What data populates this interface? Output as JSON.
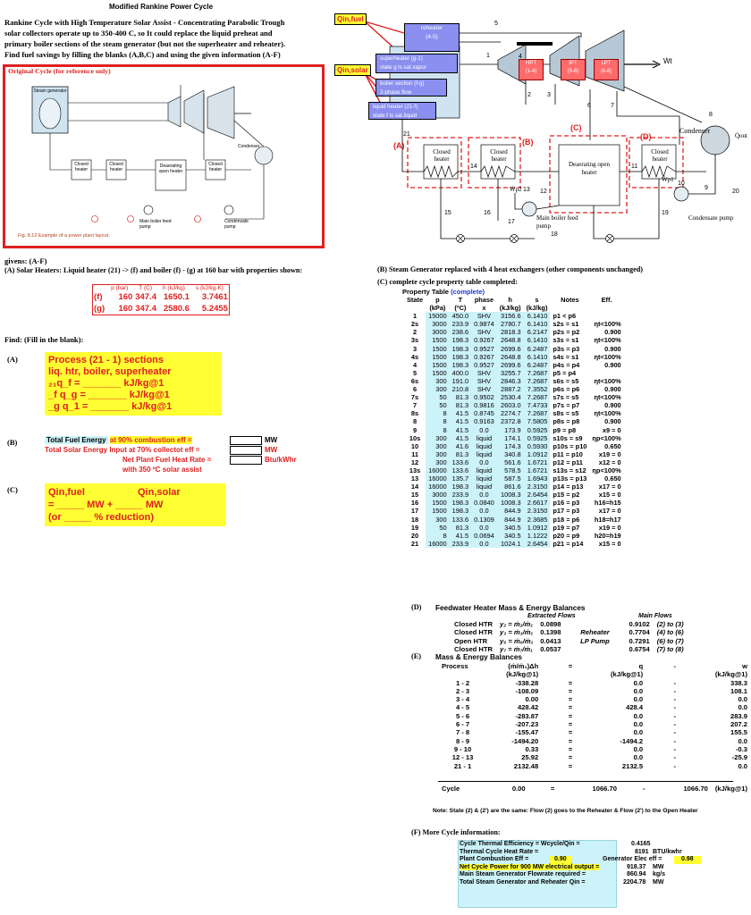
{
  "title": "Modified Rankine Power Cycle",
  "intro": {
    "line1": "Rankine Cycle with High Temperature Solar Assist - Concentrating Parabolic Trough",
    "line2": "solar collectors operate up to 350-400 C, so It could replace the liquid preheat and",
    "line3": "primary boiler sections of the steam generator (but not the superheater and reheater).",
    "line4": "Find fuel savings by filling the blanks (A,B,C) and using the given information (A-F)"
  },
  "original": {
    "label": "Original Cycle (for reference only)",
    "caption": "Fig. 8.12  Example of a power plant layout.",
    "steam_gen": "Steam generator",
    "condenser": "Condenser",
    "closed_heater": "Closed heater",
    "open_heater": "Deaerating open heater",
    "main_pump": "Main boiler feed pump",
    "cond_pump": "Condensate pump"
  },
  "diagram": {
    "qin_fuel": "Qin,fuel",
    "qin_solar": "Qin,solar",
    "reheater": "reheater",
    "reheater_states": "(4-5)",
    "superheater": "superheater  (g-1)",
    "superheater_note": "state g is sat.vapor",
    "boiler_section": "boiler section  (f-g)",
    "boiler_note": "2-phase flow",
    "liquid_heater": "liquid heater  (21-f)",
    "liquid_note": "state f is sat.liquid",
    "hpt": "HPT",
    "hpt_s": "(1-4)",
    "ipt": "IPT",
    "ipt_s": "(5-6)",
    "lpt": "LPT",
    "lpt_s": "(6-8)",
    "wt": "Ẇt",
    "condenser": "Condenser",
    "qout": "Q̇out",
    "closed_heater": "Closed heater",
    "open_heater": "Deaerating open heater",
    "main_pump": "Main boiler feed pump",
    "cond_pump": "Condensate pump",
    "label_a": "(A)",
    "label_b": "(B)",
    "label_c": "(C)",
    "label_d": "(D)",
    "wp2": "Ẇp2",
    "wp1": "Ẇp1"
  },
  "givens": {
    "heading": "givens: (A-F)",
    "a_text": "(A) Solar Heaters: Liquid heater (21) -> (f) and boiler (f) - (g) at 160 bar with properties shown:",
    "headers": [
      "p (bar)",
      "T (C)",
      "h (kJ/kg)",
      "s (kJ/kg-K)"
    ],
    "rows": [
      {
        "label": "(f)",
        "p": "160",
        "T": "347.4",
        "h": "1650.1",
        "s": "3.7461"
      },
      {
        "label": "(g)",
        "p": "160",
        "T": "347.4",
        "h": "2580.6",
        "s": "5.2455"
      }
    ]
  },
  "find": {
    "heading": "Find: (Fill in the blank):",
    "a_tag": "(A)",
    "a_line1": "Process (21 - 1) sections",
    "a_line2": "liq. htr, boiler, superheater",
    "a_line3": "₂₁q_f = _______ kJ/kg@1",
    "a_line4": "_f q_g = _______ kJ/kg@1",
    "a_line5": "_g q_1 = _______ kJ/kg@1",
    "b_tag": "(B)",
    "b_line1": "Total Fuel Energy",
    "b_line1b": "at 90% combustion eff =",
    "b_unit1": "MW",
    "b_line2": "Total Solar Energy Input at 70% collectot eff =",
    "b_unit2": "MW",
    "b_line3": "Net Plant Fuel Heat Rate =",
    "b_unit3": "Btu/kWhr",
    "b_line4": "with 350 ºC solar assist",
    "c_tag": "(C)",
    "c_qfuel": "Qin,fuel",
    "c_qsolar": "Qin,solar",
    "c_line2": "= _____ MW + _____ MW",
    "c_line3": "(or _____ % reduction)"
  },
  "right": {
    "b_text": "(B) Steam Generator replaced with 4 heat exchangers (other components unchanged)",
    "c_text": "(C) complete cycle property table completed:",
    "pt_title": "Property Table",
    "pt_complete": "(complete)",
    "pt_headers": [
      "State",
      "p",
      "T",
      "phase",
      "h",
      "s",
      "Notes",
      "Eff."
    ],
    "pt_units": [
      "",
      "(kPa)",
      "(ºC)",
      "x",
      "(kJ/kg)",
      "(kJ/kg)",
      "",
      ""
    ],
    "pt_rows": [
      [
        "1",
        "15000",
        "450.0",
        "SHV",
        "3156.6",
        "6.1410",
        "p1 < p6",
        ""
      ],
      [
        "2s",
        "3000",
        "233.9",
        "0.9874",
        "2780.7",
        "6.1410",
        "s2s = s1",
        "ηt<100%"
      ],
      [
        "2",
        "3000",
        "238.6",
        "SHV",
        "2818.3",
        "6.2147",
        "p2s = p2",
        "0.900"
      ],
      [
        "3s",
        "1500",
        "198.3",
        "0.9267",
        "2648.8",
        "6.1410",
        "s3s = s1",
        "ηt<100%"
      ],
      [
        "3",
        "1500",
        "198.3",
        "0.9527",
        "2699.6",
        "6.2487",
        "p3s = p3",
        "0.900"
      ],
      [
        "4s",
        "1500",
        "198.3",
        "0.9267",
        "2648.8",
        "6.1410",
        "s4s = s1",
        "ηt<100%"
      ],
      [
        "4",
        "1500",
        "198.3",
        "0.9527",
        "2699.6",
        "6.2487",
        "p4s = p4",
        "0.900"
      ],
      [
        "5",
        "1500",
        "400.0",
        "SHV",
        "3255.7",
        "7.2687",
        "p5 = p4",
        ""
      ],
      [
        "6s",
        "300",
        "191.0",
        "SHV",
        "2846.3",
        "7.2687",
        "s6s = s5",
        "ηt<100%"
      ],
      [
        "6",
        "300",
        "210.8",
        "SHV",
        "2887.2",
        "7.3552",
        "p6s = p6",
        "0.900"
      ],
      [
        "7s",
        "50",
        "81.3",
        "0.9502",
        "2530.4",
        "7.2687",
        "s7s = s5",
        "ηt<100%"
      ],
      [
        "7",
        "50",
        "81.3",
        "0.9816",
        "2603.0",
        "7.4733",
        "p7s = p7",
        "0.900"
      ],
      [
        "8s",
        "8",
        "41.5",
        "0.8745",
        "2274.7",
        "7.2687",
        "s8s = s5",
        "ηt<100%"
      ],
      [
        "8",
        "8",
        "41.5",
        "0.9163",
        "2372.8",
        "7.5805",
        "p8s = p8",
        "0.900"
      ],
      [
        "9",
        "8",
        "41.5",
        "0.0",
        "173.9",
        "0.5925",
        "p9 = p8",
        "x9 = 0"
      ],
      [
        "10s",
        "300",
        "41.5",
        "liquid",
        "174.1",
        "0.5925",
        "s10s = s9",
        "ηp<100%"
      ],
      [
        "10",
        "300",
        "41.6",
        "liquid",
        "174.3",
        "0.5930",
        "p10s = p10",
        "0.650"
      ],
      [
        "11",
        "300",
        "81.3",
        "liquid",
        "340.8",
        "1.0912",
        "p11 = p10",
        "x19 = 0"
      ],
      [
        "12",
        "300",
        "133.6",
        "0.0",
        "561.6",
        "1.6721",
        "p12 = p11",
        "x12 = 0"
      ],
      [
        "13s",
        "16000",
        "133.6",
        "liquid",
        "578.5",
        "1.6721",
        "s13s = s12",
        "ηp<100%"
      ],
      [
        "13",
        "16000",
        "135.7",
        "liquid",
        "587.5",
        "1.6943",
        "p13s = p13",
        "0.650"
      ],
      [
        "14",
        "16000",
        "198.3",
        "liquid",
        "861.6",
        "2.3150",
        "p14 = p13",
        "x17 = 0"
      ],
      [
        "15",
        "3000",
        "233.9",
        "0.0",
        "1008.3",
        "2.6454",
        "p15 = p2",
        "x15 = 0"
      ],
      [
        "16",
        "1500",
        "198.3",
        "0.0840",
        "1008.3",
        "2.6617",
        "p16 = p3",
        "h16=h15"
      ],
      [
        "17",
        "1500",
        "198.3",
        "0.0",
        "844.9",
        "2.3150",
        "p17 = p3",
        "x17 = 0"
      ],
      [
        "18",
        "300",
        "133.6",
        "0.1309",
        "844.9",
        "2.3685",
        "p18 = p6",
        "h18=h17"
      ],
      [
        "19",
        "50",
        "81.3",
        "0.0",
        "340.5",
        "1.0912",
        "p19 = p7",
        "x19 = 0"
      ],
      [
        "20",
        "8",
        "41.5",
        "0.0694",
        "340.5",
        "1.1222",
        "p20 = p9",
        "h20=h19"
      ],
      [
        "21",
        "16000",
        "233.9",
        "0.0",
        "1024.1",
        "2.6454",
        "p21 = p14",
        "x15 = 0"
      ]
    ],
    "d_tag": "(D)",
    "d_title": "Feedwater Heater Mass & Energy Balances",
    "d_extracted": "Extracted Flows",
    "d_main": "Main Flows",
    "d_rows": [
      {
        "htr": "Closed HTR",
        "eq": "y₂ = ṁ₂/ṁ₁",
        "y": "0.0898",
        "mid": "",
        "main": "0.9102",
        "st": "(2) to (3)"
      },
      {
        "htr": "Closed HTR",
        "eq": "y₃ = ṁ₃/ṁ₁",
        "y": "0.1398",
        "mid": "Reheater",
        "main": "0.7704",
        "st": "(4) to (6)"
      },
      {
        "htr": "Open HTR",
        "eq": "y₆ = ṁ₆/ṁ₁",
        "y": "0.0413",
        "mid": "LP Pump",
        "main": "0.7291",
        "st": "(6) to (7)"
      },
      {
        "htr": "Closed HTR",
        "eq": "y₇ = ṁ₇/ṁ₁",
        "y": "0.0537",
        "mid": "",
        "main": "0.6754",
        "st": "(7) to (8)"
      }
    ],
    "e_tag": "(E)",
    "e_title": "Mass & Energy Balances",
    "e_headers": [
      "Process",
      "(ṁ/ṁ₁)Δh",
      "=",
      "q",
      "-",
      "w"
    ],
    "e_units": [
      "",
      "(kJ/kg@1)",
      "",
      "(kJ/kg@1)",
      "",
      "(kJ/kg@1)"
    ],
    "e_rows": [
      [
        "1 - 2",
        "-338.28",
        "=",
        "0.0",
        "-",
        "338.3"
      ],
      [
        "2 - 3",
        "-108.09",
        "=",
        "0.0",
        "-",
        "108.1"
      ],
      [
        "3 - 4",
        "0.00",
        "=",
        "0.0",
        "-",
        "0.0"
      ],
      [
        "4 - 5",
        "428.42",
        "=",
        "428.4",
        "-",
        "0.0"
      ],
      [
        "5 - 6",
        "-283.87",
        "=",
        "0.0",
        "-",
        "283.9"
      ],
      [
        "6 - 7",
        "-207.23",
        "=",
        "0.0",
        "-",
        "207.2"
      ],
      [
        "7 - 8",
        "-155.47",
        "=",
        "0.0",
        "-",
        "155.5"
      ],
      [
        "8 - 9",
        "-1494.20",
        "=",
        "-1494.2",
        "-",
        "0.0"
      ],
      [
        "9 - 10",
        "0.33",
        "=",
        "0.0",
        "-",
        "-0.3"
      ],
      [
        "12 - 13",
        "25.92",
        "=",
        "0.0",
        "-",
        "-25.9"
      ],
      [
        "21 - 1",
        "2132.48",
        "=",
        "2132.5",
        "-",
        "0.0"
      ]
    ],
    "e_cycle": [
      "Cycle",
      "0.00",
      "=",
      "1066.70",
      "-",
      "1066.70",
      "(kJ/kg@1)"
    ],
    "e_note": "Note: State (2) & (2') are the same:  Flow (2) goes to the Reheater & Flow (2') to the Open Heater",
    "f_tag": "(F) More Cycle information:",
    "f_l1": "Cycle Thermal Efficiency = Wcycle/Qin =",
    "f_v1": "0.4165",
    "f_l2": "Thermal Cycle Heat Rate =",
    "f_v2": "8191",
    "f_u2": "BTU/kwhr",
    "f_l3a": "Plant Combustion Eff =",
    "f_v3a": "0.90",
    "f_l3b": "Generator Elec eff =",
    "f_v3b": "0.98",
    "f_l4": "Net Cycle Power for 900 MW electrical  output =",
    "f_v4": "918.37",
    "f_u4": "MW",
    "f_l5": "Main Steam Generator Flowrate required =",
    "f_v5": "860.94",
    "f_u5": "kg/s",
    "f_l6": "Total Steam Generator and Reheater Qin =",
    "f_v6": "2204.78",
    "f_u6": "MW"
  }
}
